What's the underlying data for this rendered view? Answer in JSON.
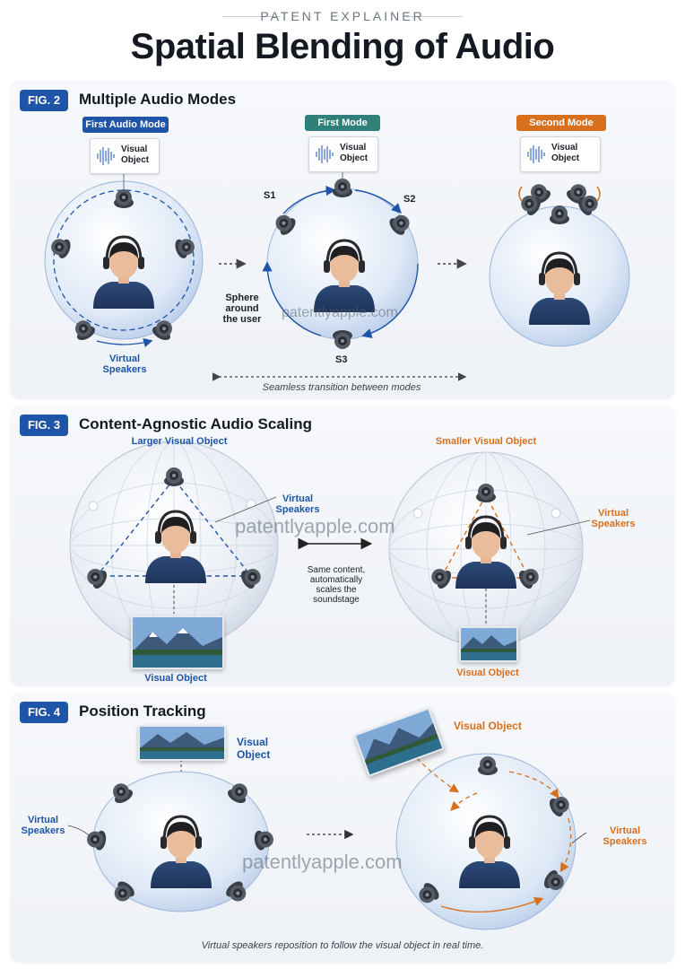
{
  "header": {
    "kicker": "PATENT EXPLAINER",
    "title": "Spatial Blending of Audio"
  },
  "fig2": {
    "badge": "FIG. 2",
    "title": "Multiple Audio Modes",
    "first_audio_mode": "First Audio Mode",
    "first_mode": "First Mode",
    "second_mode": "Second Mode",
    "visual_object": "Visual Object",
    "virtual_speakers": "Virtual Speakers",
    "sphere_label": "Sphere around the user",
    "s1": "S1",
    "s2": "S2",
    "s3": "S3",
    "watermark": "patentlyapple.com",
    "transition": "Seamless transition between modes",
    "colors": {
      "blue": "#1e55a8",
      "teal": "#2f7f7a",
      "orange": "#d86f1c"
    }
  },
  "fig3": {
    "badge": "FIG. 3",
    "title": "Content-Agnostic Audio Scaling",
    "larger": "Larger Visual Object",
    "smaller": "Smaller Visual Object",
    "virtual_speakers": "Virtual Speakers",
    "middle_text": "Same content, automatically scales the soundstage",
    "visual_object": "Visual Object",
    "watermark": "patentlyapple.com"
  },
  "fig4": {
    "badge": "FIG. 4",
    "title": "Position Tracking",
    "visual_object": "Visual Object",
    "virtual_speakers": "Virtual Speakers",
    "watermark": "patentlyapple.com",
    "caption": "Virtual speakers reposition to follow the visual object in real time."
  }
}
